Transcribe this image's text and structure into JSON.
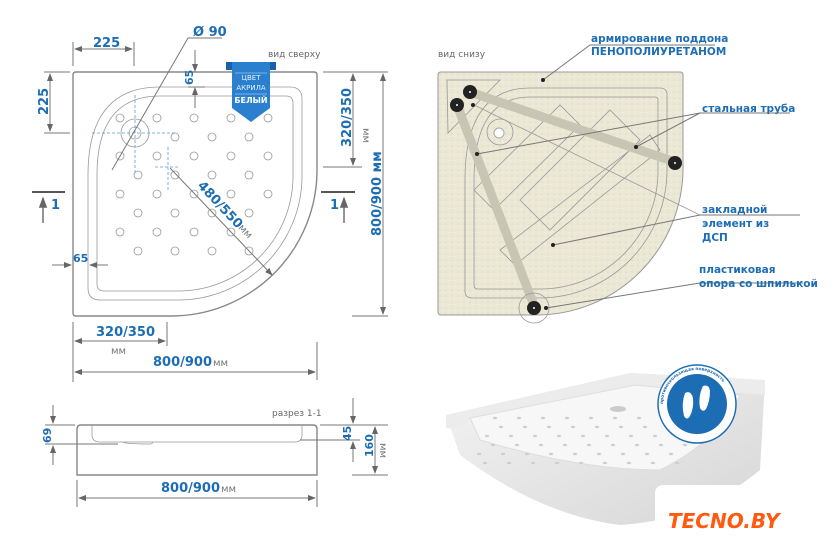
{
  "top_view": {
    "caption": "вид сверху",
    "drain_diameter": "Ø 90",
    "dim_top_225": "225",
    "dim_left_225": "225",
    "dim_rim_65": "65",
    "dim_side_65": "65",
    "dim_right_320": "320/350",
    "dim_right_unit": "мм",
    "dim_height_total": "800/900 мм",
    "dim_diagonal": "480/550",
    "dim_diagonal_unit": "мм",
    "dim_bottom_320": "320/350",
    "dim_bottom_320_unit": "мм",
    "dim_width_total": "800/900",
    "dim_width_unit": "мм",
    "section_mark_left": "1",
    "section_mark_right": "1",
    "color_badge": {
      "line1": "ЦВЕТ",
      "line2": "АКРИЛА",
      "line3": "БЕЛЫЙ"
    }
  },
  "section_view": {
    "caption": "разрез 1-1",
    "dim_69": "69",
    "dim_45": "45",
    "dim_160": "160",
    "dim_160_unit": "мм",
    "dim_width": "800/900",
    "dim_width_unit": "мм"
  },
  "bottom_view": {
    "caption": "вид снизу",
    "labels": {
      "foam_line1": "армирование поддона",
      "foam_line2": "ПЕНОПОЛИУРЕТАНОМ",
      "steel": "стальная труба",
      "insert_line1": "закладной",
      "insert_line2": "элемент из",
      "insert_line3": "ДСП",
      "support_line1": "пластиковая",
      "support_line2": "опора со шпилькой"
    }
  },
  "photo": {
    "badge_text": "противоскользящая поверхность",
    "logo": "TECNO.BY"
  },
  "colors": {
    "accent": "#1d6db5",
    "logo": "#ff5a10",
    "foam": "#ebe8d6"
  }
}
